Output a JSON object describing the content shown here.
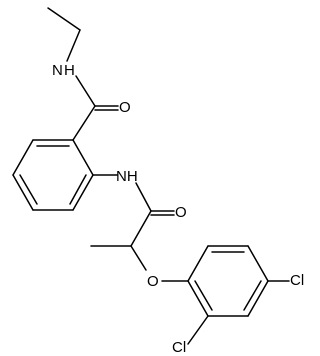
{
  "molecule": {
    "atoms": {
      "nh_top": "N",
      "nh_top_h": "H",
      "o_top": "O",
      "nh_mid": "NH",
      "o_mid": "O",
      "o_ether": "O",
      "cl_right": "Cl",
      "cl_bottom": "Cl"
    }
  }
}
